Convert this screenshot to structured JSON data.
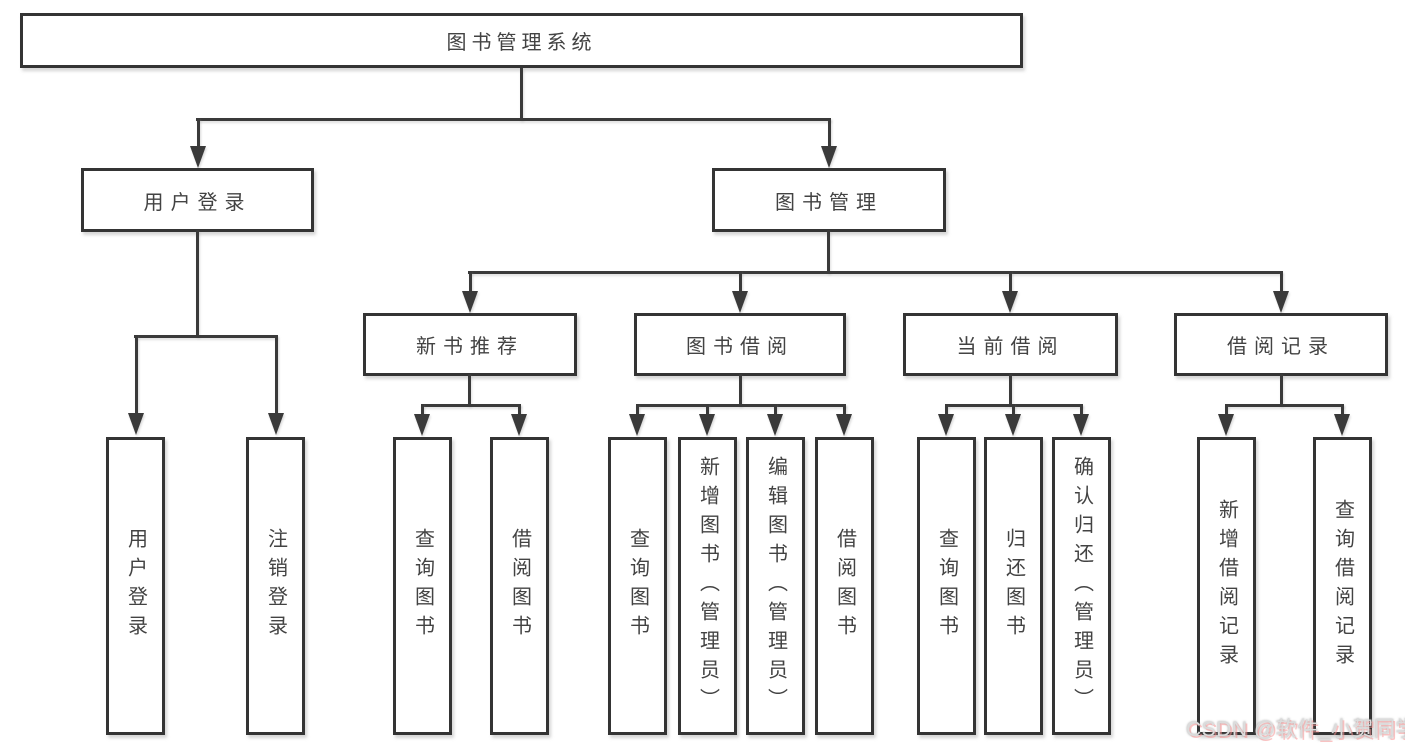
{
  "diagram": {
    "root": "图书管理系统",
    "level2": {
      "user_login": "用户登录",
      "book_management": "图书管理"
    },
    "level3": {
      "new_book_recommend": "新书推荐",
      "book_borrowing": "图书借阅",
      "current_borrowing": "当前借阅",
      "borrowing_records": "借阅记录"
    },
    "leaves": {
      "user_login": "用户登录",
      "logout_login": "注销登录",
      "recommend_query_books": "查询图书",
      "recommend_borrow_books": "借阅图书",
      "borrowing_query_books": "查询图书",
      "borrowing_add_books_admin": "新增图书（管理员）",
      "borrowing_edit_books_admin": "编辑图书（管理员）",
      "borrowing_borrow_books": "借阅图书",
      "current_query_books": "查询图书",
      "current_return_books": "归还图书",
      "current_confirm_return_admin": "确认归还（管理员）",
      "records_add_record": "新增借阅记录",
      "records_query_record": "查询借阅记录"
    }
  },
  "watermark": "CSDN @软件_小贺同学",
  "colors": {
    "line": "#3a3a3a",
    "box_border": "#343434",
    "text": "#434343",
    "background": "#ffffff",
    "watermark_text": "#dcdcdc",
    "watermark_shadow": "#fa9696"
  }
}
